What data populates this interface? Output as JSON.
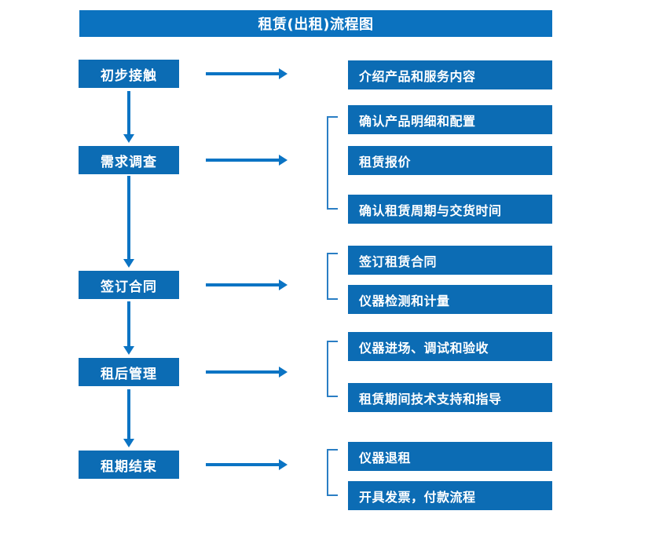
{
  "title": "租赁(出租)流程图",
  "colors": {
    "banner_blue": "#0b72bf",
    "box_blue": "#0c6cb4",
    "arrow_blue": "#0b74c4",
    "bracket_blue": "#2a7ec4",
    "text_white": "#ffffff",
    "background": "#ffffff"
  },
  "stages": [
    {
      "label": "初步接触"
    },
    {
      "label": "需求调查"
    },
    {
      "label": "签订合同"
    },
    {
      "label": "租后管理"
    },
    {
      "label": "租期结束"
    }
  ],
  "detail_groups": [
    {
      "stage": "初步接触",
      "bracketed": false,
      "items": [
        {
          "label": "介绍产品和服务内容"
        }
      ]
    },
    {
      "stage": "需求调查",
      "bracketed": true,
      "items": [
        {
          "label": "确认产品明细和配置"
        },
        {
          "label": "租赁报价"
        },
        {
          "label": "确认租赁周期与交货时间"
        }
      ]
    },
    {
      "stage": "签订合同",
      "bracketed": true,
      "items": [
        {
          "label": "签订租赁合同"
        },
        {
          "label": "仪器检测和计量"
        }
      ]
    },
    {
      "stage": "租后管理",
      "bracketed": true,
      "items": [
        {
          "label": "仪器进场、调试和验收"
        },
        {
          "label": "租赁期间技术支持和指导"
        }
      ]
    },
    {
      "stage": "租期结束",
      "bracketed": true,
      "items": [
        {
          "label": "仪器退租"
        },
        {
          "label": "开具发票，付款流程"
        }
      ]
    }
  ],
  "connectors": {
    "vertical_arrow_count": 4,
    "horizontal_arrow_count": 5,
    "bracket_count": 4
  }
}
